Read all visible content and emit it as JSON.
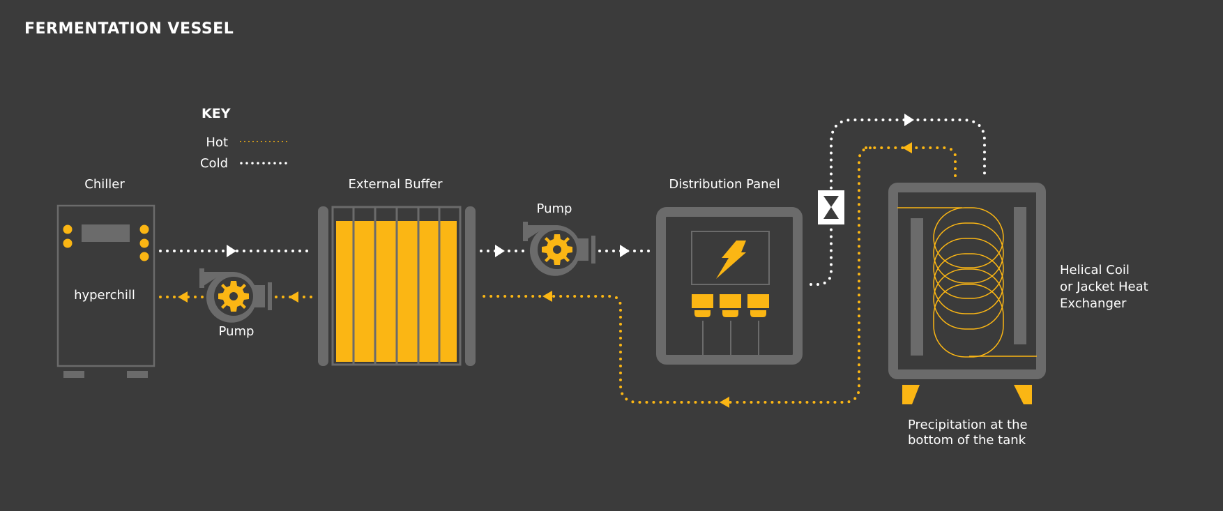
{
  "title": "FERMENTATION VESSEL",
  "key": {
    "heading": "KEY",
    "items": [
      {
        "label": "Hot",
        "color": "#fbb614"
      },
      {
        "label": "Cold",
        "color": "#ffffff"
      }
    ]
  },
  "components": {
    "chiller": {
      "label": "Chiller",
      "brand": "hyperchill"
    },
    "pump_1": {
      "label": "Pump"
    },
    "external_buffer": {
      "label": "External Buffer"
    },
    "pump_2": {
      "label": "Pump"
    },
    "distribution_panel": {
      "label": "Distribution Panel"
    },
    "heat_exchanger": {
      "label_lines": [
        "Helical Coil",
        "or Jacket Heat",
        "Exchanger"
      ]
    },
    "precipitation": {
      "label_lines": [
        "Precipitation at the",
        "bottom of the tank"
      ]
    }
  },
  "icons": {
    "pump": "gear-pump-icon",
    "panel": "lightning-bolt-icon",
    "valve": "hourglass-valve-icon",
    "coil": "helical-coil-icon"
  },
  "colors": {
    "background": "#3b3b3b",
    "equipment": "#6b6b6b",
    "accent": "#fbb614",
    "text": "#ffffff"
  }
}
